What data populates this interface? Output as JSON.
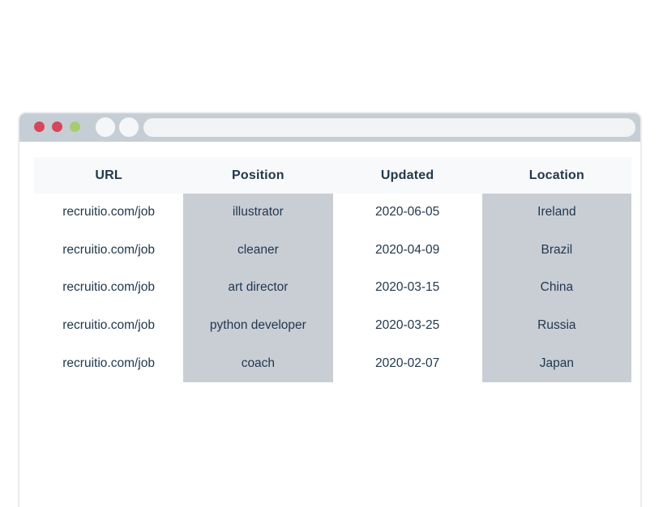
{
  "window": {
    "controls": [
      {
        "name": "window-dot-1",
        "color_key": "dot_red"
      },
      {
        "name": "window-dot-2",
        "color_key": "dot_red"
      },
      {
        "name": "window-dot-3",
        "color_key": "dot_green"
      }
    ],
    "address_bar": {
      "value": "",
      "placeholder": ""
    }
  },
  "table": {
    "headers": [
      "URL",
      "Position",
      "Updated",
      "Location"
    ],
    "rows": [
      [
        "recruitio.com/job",
        "illustrator",
        "2020-06-05",
        "Ireland"
      ],
      [
        "recruitio.com/job",
        "cleaner",
        "2020-04-09",
        "Brazil"
      ],
      [
        "recruitio.com/job",
        "art director",
        "2020-03-15",
        "China"
      ],
      [
        "recruitio.com/job",
        "python developer",
        "2020-03-25",
        "Russia"
      ],
      [
        "recruitio.com/job",
        "coach",
        "2020-02-07",
        "Japan"
      ]
    ],
    "highlighted_columns": [
      "Position",
      "Location"
    ]
  },
  "colors": {
    "chrome_bar": "#c6ced5",
    "dot_red": "#d9465b",
    "dot_green": "#a9cb6f",
    "column_highlight": "#c9ced5",
    "header_row_bg": "#f8f9fa",
    "text": "#22384e",
    "address_bar_bg": "#f1f3f5"
  }
}
